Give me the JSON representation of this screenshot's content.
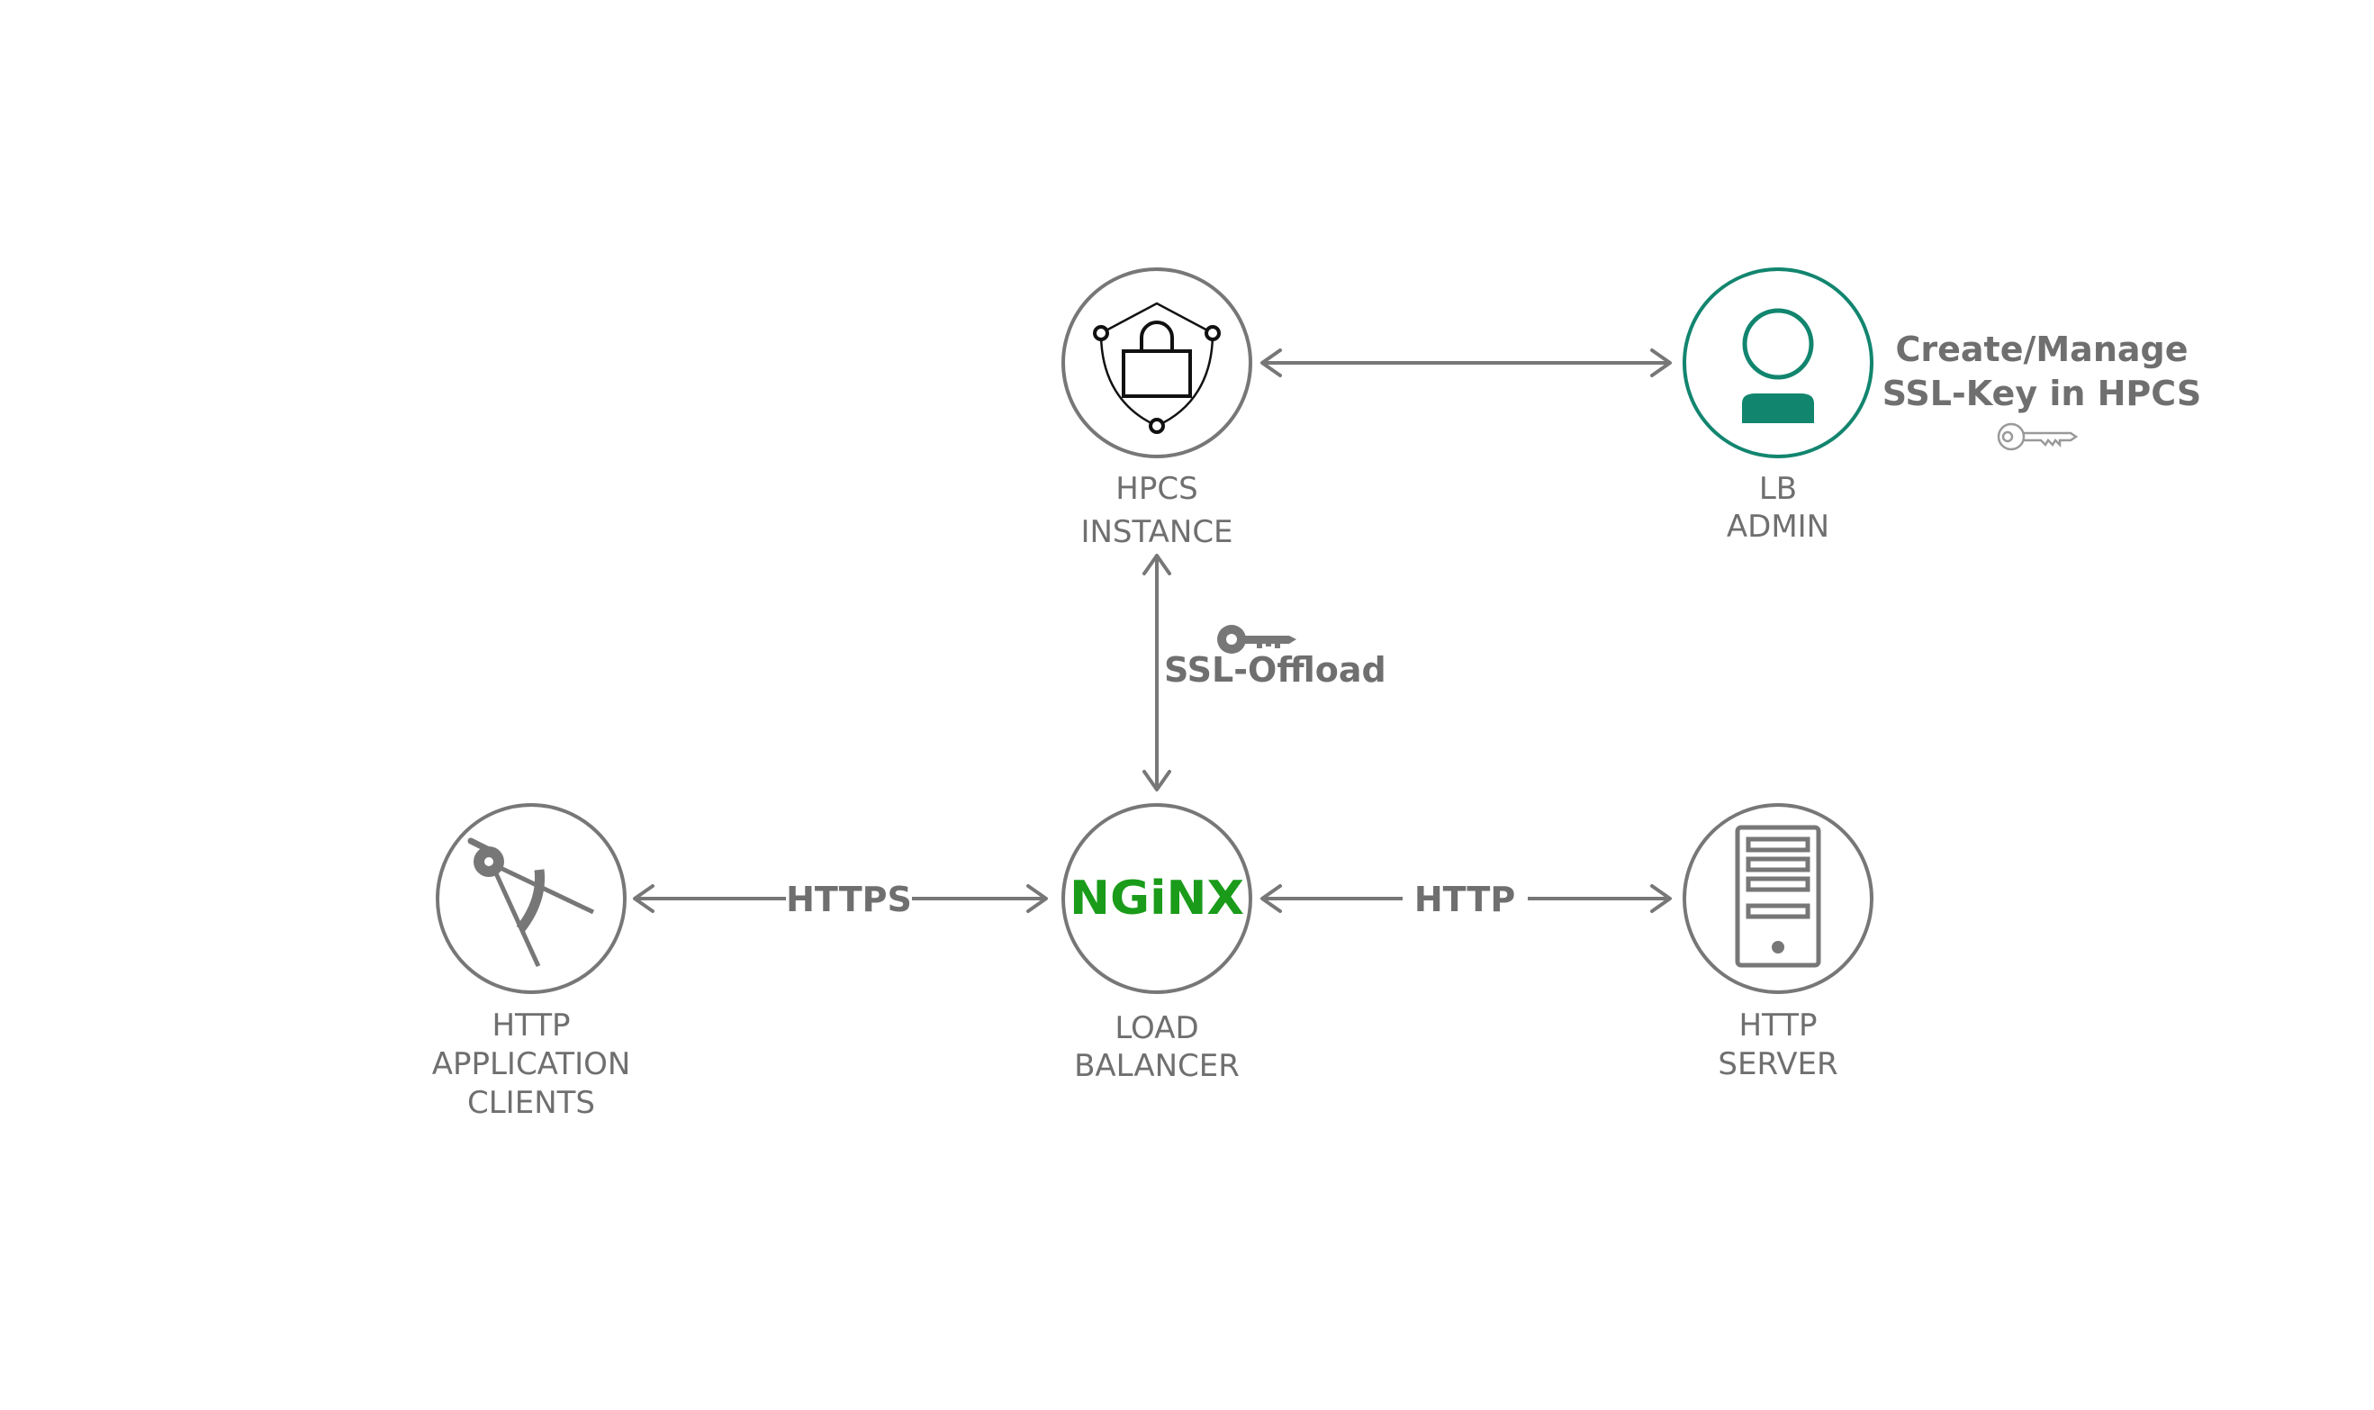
{
  "nodes": {
    "hpcs": {
      "line1": "HPCS",
      "line2": "INSTANCE"
    },
    "admin": {
      "line1": "LB",
      "line2": "ADMIN"
    },
    "clients": {
      "line1": "HTTP",
      "line2": "APPLICATION",
      "line3": "CLIENTS"
    },
    "lb": {
      "line1": "LOAD",
      "line2": "BALANCER",
      "logo_text": "NGiNX"
    },
    "server": {
      "line1": "HTTP",
      "line2": "SERVER"
    }
  },
  "edges": {
    "https": "HTTPS",
    "http": "HTTP",
    "ssl_offload": "SSL-Offload"
  },
  "annotation": {
    "line1": "Create/Manage",
    "line2": "SSL-Key in HPCS"
  },
  "colors": {
    "ring": "#777777",
    "text": "#6f6f6f",
    "admin_accent": "#12856f",
    "nginx_green": "#1a9b1a"
  },
  "icons": {
    "hpcs": "shield-lock-icon",
    "admin": "user-icon",
    "clients": "compass-icon",
    "server": "server-icon",
    "key_filled": "key-icon",
    "key_outline": "key-outline-icon"
  }
}
